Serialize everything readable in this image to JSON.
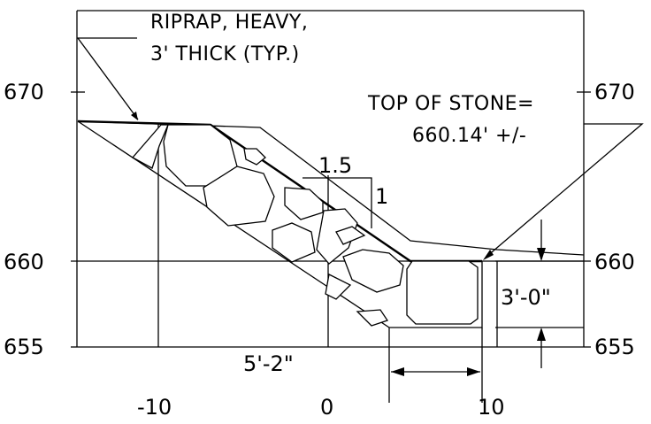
{
  "drawing": {
    "callouts": {
      "riprap_line1": "RIPRAP, HEAVY,",
      "riprap_line2": "3' THICK (TYP.)",
      "top_stone_line1": "TOP OF STONE=",
      "top_stone_line2": "660.14' +/-",
      "slope_run": "1.5",
      "slope_rise": "1",
      "thickness_dim": "3'-0\"",
      "bottom_width_dim": "5'-2\""
    },
    "elevation_labels": {
      "left": [
        "670",
        "660",
        "655"
      ],
      "right": [
        "670",
        "660",
        "655"
      ]
    },
    "station_labels": [
      "-10",
      "0",
      "10"
    ],
    "line_color": "#000000",
    "background_color": "#ffffff"
  }
}
